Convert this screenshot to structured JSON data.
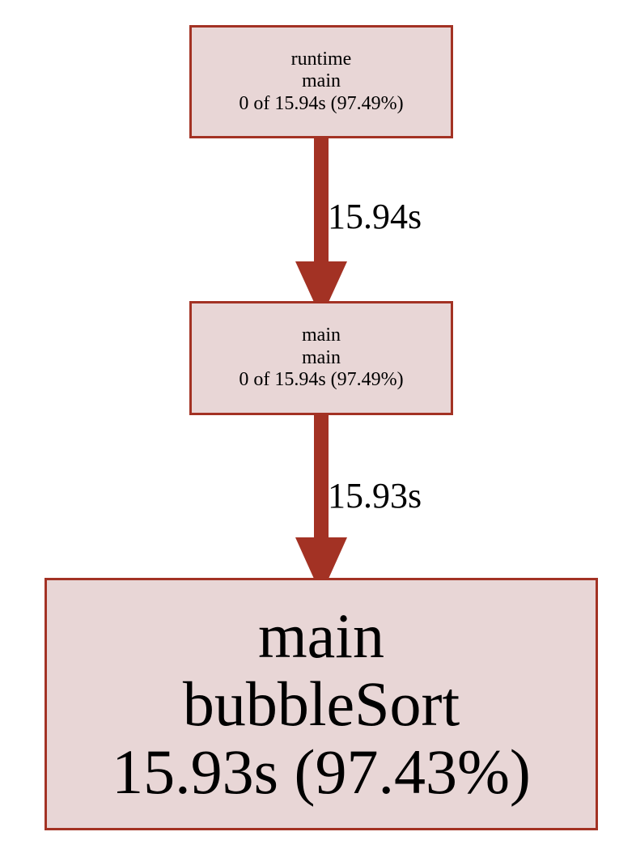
{
  "colors": {
    "edge": "#a33224",
    "node_fill": "#e8d6d6",
    "node_border": "#a33224"
  },
  "nodes": {
    "runtime_main": {
      "package": "runtime",
      "function": "main",
      "stats": "0 of 15.94s (97.49%)"
    },
    "main_main": {
      "package": "main",
      "function": "main",
      "stats": "0 of 15.94s (97.49%)"
    },
    "main_bubblesort": {
      "package": "main",
      "function": "bubbleSort",
      "stats": "15.93s (97.43%)"
    }
  },
  "edges": [
    {
      "from": "runtime.main",
      "to": "main.main",
      "label": "15.94s"
    },
    {
      "from": "main.main",
      "to": "main.bubbleSort",
      "label": "15.93s"
    }
  ]
}
